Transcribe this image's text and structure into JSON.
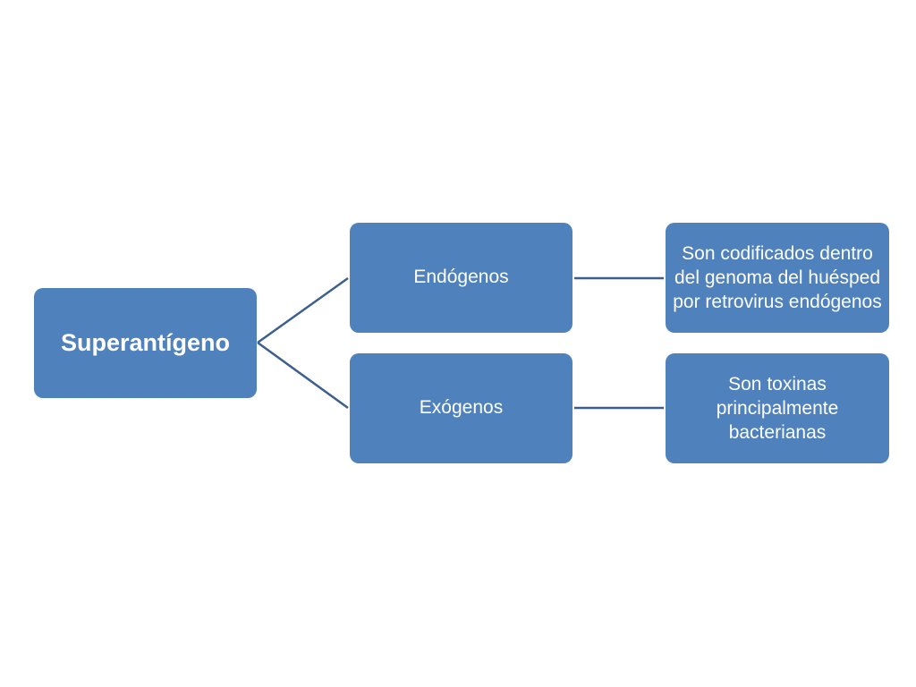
{
  "diagram": {
    "root": {
      "label": "Superantígeno"
    },
    "branches": [
      {
        "label": "Endógenos",
        "description": "Son codificados dentro del genoma del huésped por retrovirus endógenos"
      },
      {
        "label": "Exógenos",
        "description": "Son toxinas principalmente bacterianas"
      }
    ],
    "colors": {
      "node_fill": "#4f81bd",
      "node_text": "#ffffff",
      "connector": "#3c5f8f",
      "background": "#ffffff"
    }
  }
}
